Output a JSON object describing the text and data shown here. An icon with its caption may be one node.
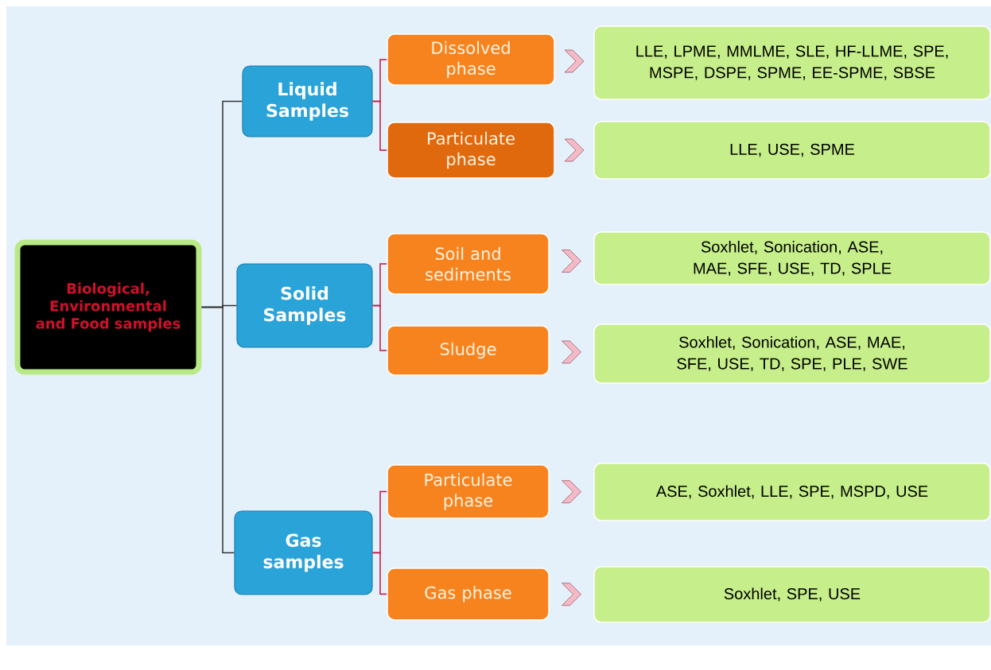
{
  "diagram": {
    "nodes": [
      {
        "text": [
          "Biological, Environmental and Food samples"
        ]
      },
      {
        "text": [
          "Liquid Samples"
        ]
      },
      {
        "text": [
          "Dissolved phase"
        ]
      },
      {
        "text": [
          "LLE, LPME, MMLME, SLE, HF-LLME, SPE, MSPE, DSPE, SPME, EE-SPME, SBSE"
        ]
      },
      {
        "text": [
          "Particulate phase"
        ]
      },
      {
        "text": [
          "LLE, USE, SPME"
        ]
      },
      {
        "text": [
          "Solid Samples"
        ]
      },
      {
        "text": [
          "Soil and sediments"
        ]
      },
      {
        "text": [
          "Soxhlet, Sonication, ASE, MAE, SFE, USE, TD, SPLE"
        ]
      },
      {
        "text": [
          "Sludge"
        ]
      },
      {
        "text": [
          "Soxhlet, Sonication, ASE, MAE, SFE, USE, TD, SPE, PLE, SWE"
        ]
      },
      {
        "text": [
          "Gas samples"
        ]
      },
      {
        "text": [
          "Particulate phase"
        ]
      },
      {
        "text": [
          "ASE, Soxhlet, LLE, SPE, MSPD, USE"
        ]
      },
      {
        "text": [
          "Gas phase"
        ]
      },
      {
        "text": [
          "Soxhlet, SPE, USE"
        ]
      }
    ],
    "edges": [
      {
        "from": 0,
        "to": 1,
        "arrow": "none",
        "color": "#333333"
      },
      {
        "from": 0,
        "to": 6,
        "arrow": "none",
        "color": "#333333"
      },
      {
        "from": 0,
        "to": 11,
        "arrow": "none",
        "color": "#333333"
      },
      {
        "from": 1,
        "to": 2,
        "arrow": "none",
        "color": "#c0143c"
      },
      {
        "from": 1,
        "to": 4,
        "arrow": "none",
        "color": "#c0143c"
      },
      {
        "from": 6,
        "to": 7,
        "arrow": "none",
        "color": "#c0143c"
      },
      {
        "from": 6,
        "to": 9,
        "arrow": "none",
        "color": "#c0143c"
      },
      {
        "from": 11,
        "to": 12,
        "arrow": "none",
        "color": "#c0143c"
      },
      {
        "from": 11,
        "to": 14,
        "arrow": "none",
        "color": "#c0143c"
      },
      {
        "from": 2,
        "to": 3,
        "arrow": "to"
      },
      {
        "from": 4,
        "to": 5,
        "arrow": "to"
      },
      {
        "from": 7,
        "to": 8,
        "arrow": "to"
      },
      {
        "from": 9,
        "to": 10,
        "arrow": "to"
      },
      {
        "from": 12,
        "to": 13,
        "arrow": "to"
      },
      {
        "from": 14,
        "to": 15,
        "arrow": "to"
      }
    ]
  }
}
